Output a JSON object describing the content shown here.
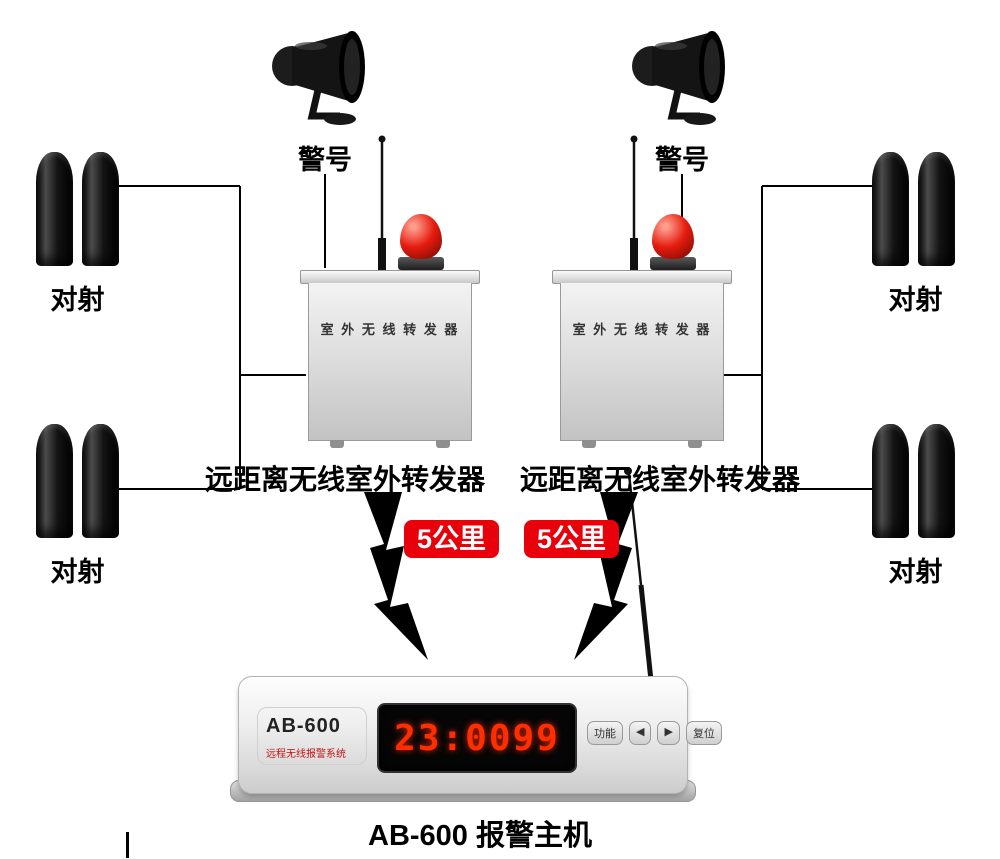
{
  "colors": {
    "badge_bg": "#e8000b",
    "led": "#ff2e00",
    "beacon": "#e51c0f",
    "wire": "#000000"
  },
  "siren": {
    "label": "警号"
  },
  "sensor": {
    "label": "对射"
  },
  "repeater": {
    "panel_text": "室 外 无 线 转 发 器",
    "caption": "远距离无线室外转发器",
    "distance_badge": "5公里"
  },
  "host": {
    "model": "AB-600",
    "system_name": "远程无线报警系统",
    "display_value": "23:0099",
    "buttons": [
      "功能",
      "◀",
      "▶",
      "复位"
    ],
    "caption": "AB-600 报警主机"
  }
}
